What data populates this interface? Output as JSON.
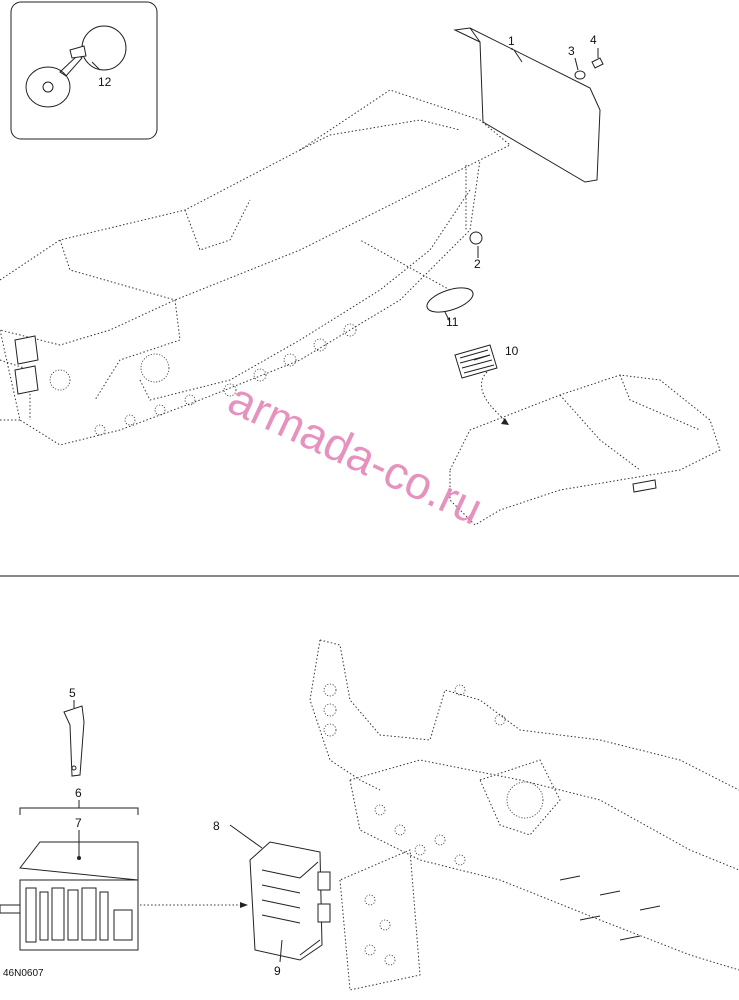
{
  "callouts": {
    "c1": "1",
    "c2": "2",
    "c3": "3",
    "c4": "4",
    "c5": "5",
    "c6": "6",
    "c7": "7",
    "c8": "8",
    "c9": "9",
    "c10": "10",
    "c11": "11",
    "c12": "12"
  },
  "figure_code": "46N0607",
  "watermark": "armada-co.ru"
}
